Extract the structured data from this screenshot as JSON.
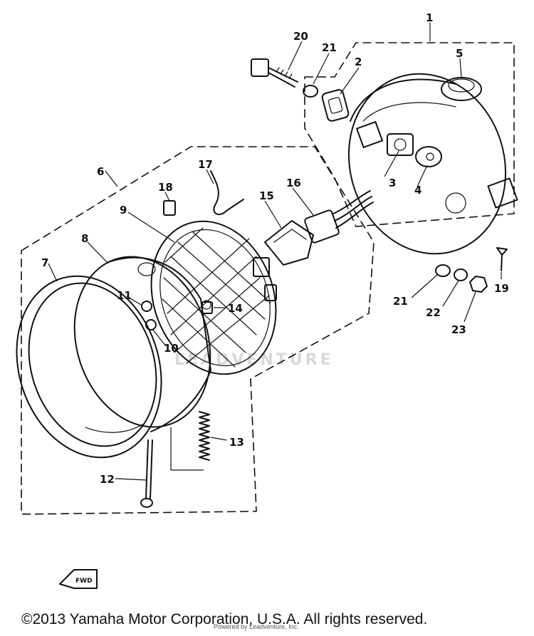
{
  "diagram": {
    "callouts": [
      "1",
      "2",
      "3",
      "4",
      "5",
      "6",
      "7",
      "8",
      "9",
      "10",
      "11",
      "12",
      "13",
      "14",
      "15",
      "16",
      "17",
      "18",
      "19",
      "20",
      "21",
      "21",
      "22",
      "23"
    ]
  },
  "fwd_label": "FWD",
  "watermark": "LEADVENTURE",
  "footer": {
    "copyright": "©2013 Yamaha Motor Corporation, U.S.A. All rights reserved.",
    "fine_print": "Powered by Leadventure, Inc."
  }
}
